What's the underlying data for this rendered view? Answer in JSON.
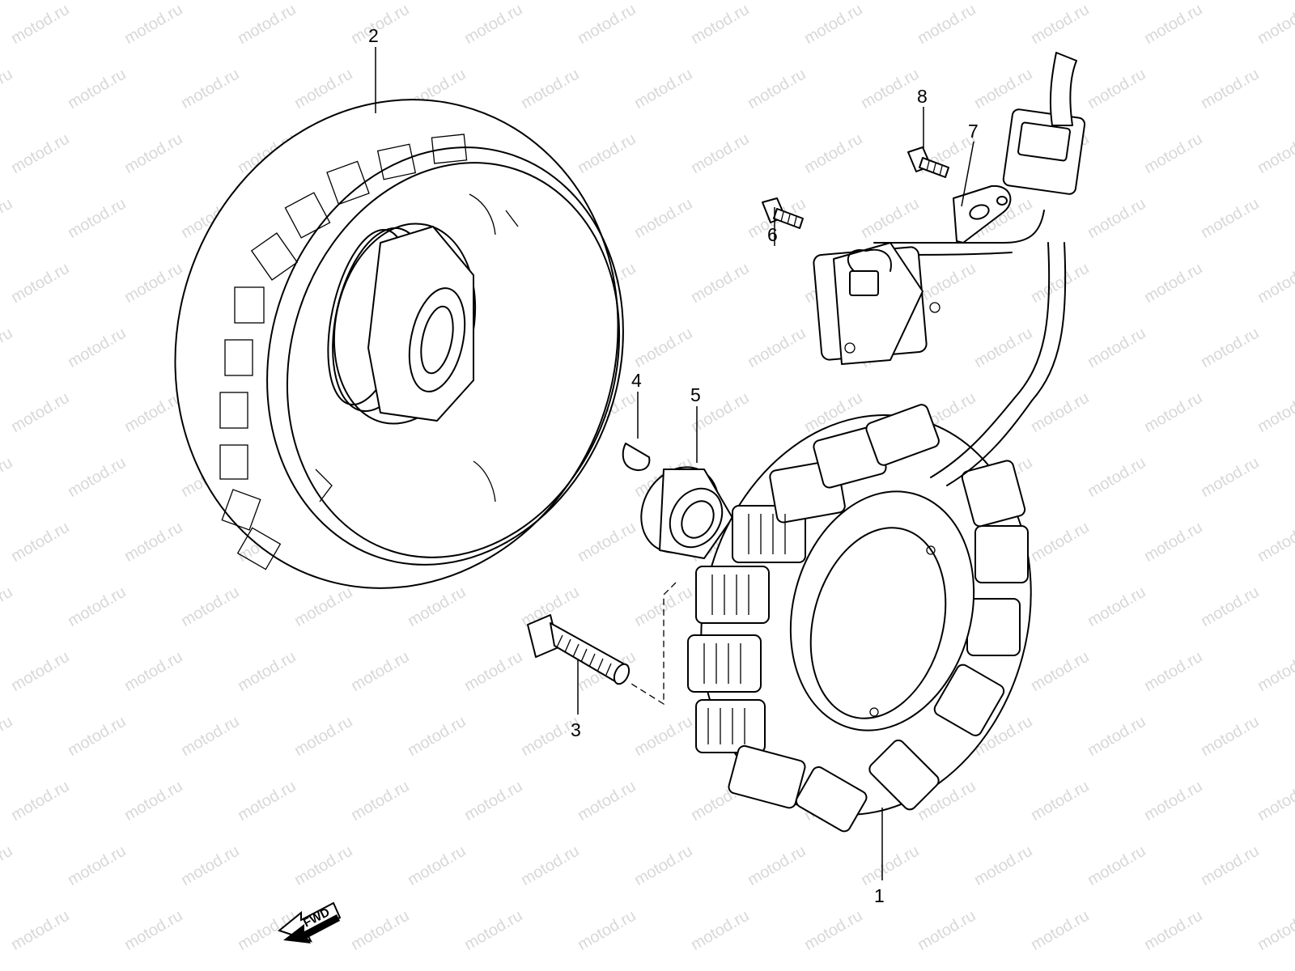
{
  "watermark": "motod.ru",
  "fwd_label": "FWD",
  "callouts": [
    "1",
    "2",
    "3",
    "4",
    "5",
    "6",
    "7",
    "8"
  ],
  "colors": {
    "line": "#000000",
    "watermark": "#d8d8d8",
    "background": "#ffffff"
  }
}
